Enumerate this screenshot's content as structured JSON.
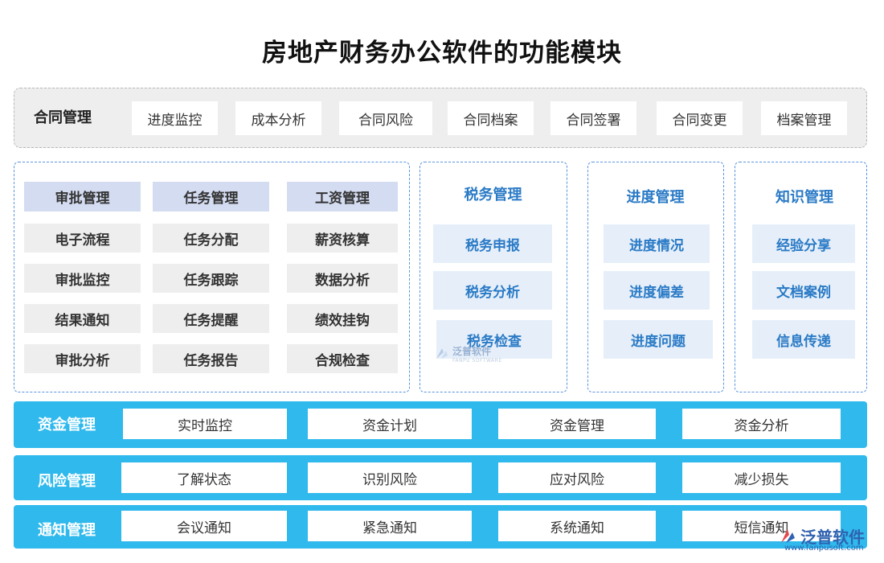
{
  "title": "房地产财务办公软件的功能模块",
  "contract": {
    "head": "合同管理",
    "items": [
      "进度监控",
      "成本分析",
      "合同风险",
      "合同档案",
      "合同签署",
      "合同变更",
      "档案管理"
    ]
  },
  "left_panel": {
    "columns": [
      {
        "head": "审批管理",
        "items": [
          "电子流程",
          "审批监控",
          "结果通知",
          "审批分析"
        ]
      },
      {
        "head": "任务管理",
        "items": [
          "任务分配",
          "任务跟踪",
          "任务提醒",
          "任务报告"
        ]
      },
      {
        "head": "工资管理",
        "items": [
          "薪资核算",
          "数据分析",
          "绩效挂钩",
          "合规检查"
        ]
      }
    ]
  },
  "tax": {
    "head": "税务管理",
    "items": [
      "税务申报",
      "税务分析",
      "税务检查"
    ]
  },
  "progress": {
    "head": "进度管理",
    "items": [
      "进度情况",
      "进度偏差",
      "进度问题"
    ]
  },
  "knowledge": {
    "head": "知识管理",
    "items": [
      "经验分享",
      "文档案例",
      "信息传递"
    ]
  },
  "bars": [
    {
      "head": "资金管理",
      "items": [
        "实时监控",
        "资金计划",
        "资金管理",
        "资金分析"
      ]
    },
    {
      "head": "风险管理",
      "items": [
        "了解状态",
        "识别风险",
        "应对风险",
        "减少损失"
      ]
    },
    {
      "head": "通知管理",
      "items": [
        "会议通知",
        "紧急通知",
        "系统通知",
        "短信通知"
      ]
    }
  ],
  "watermark": {
    "name": "泛普软件",
    "sub": "FANPU SOFTWARE"
  },
  "logo": {
    "name": "泛普软件",
    "url": "www.fanpusoft.com"
  },
  "colors": {
    "bar": "#2fb9ec",
    "accent_text": "#2a7ac6",
    "head_cell": "#d4dcf2",
    "gray_cell": "#eeeeee",
    "blue_cell": "#e6eff9"
  }
}
